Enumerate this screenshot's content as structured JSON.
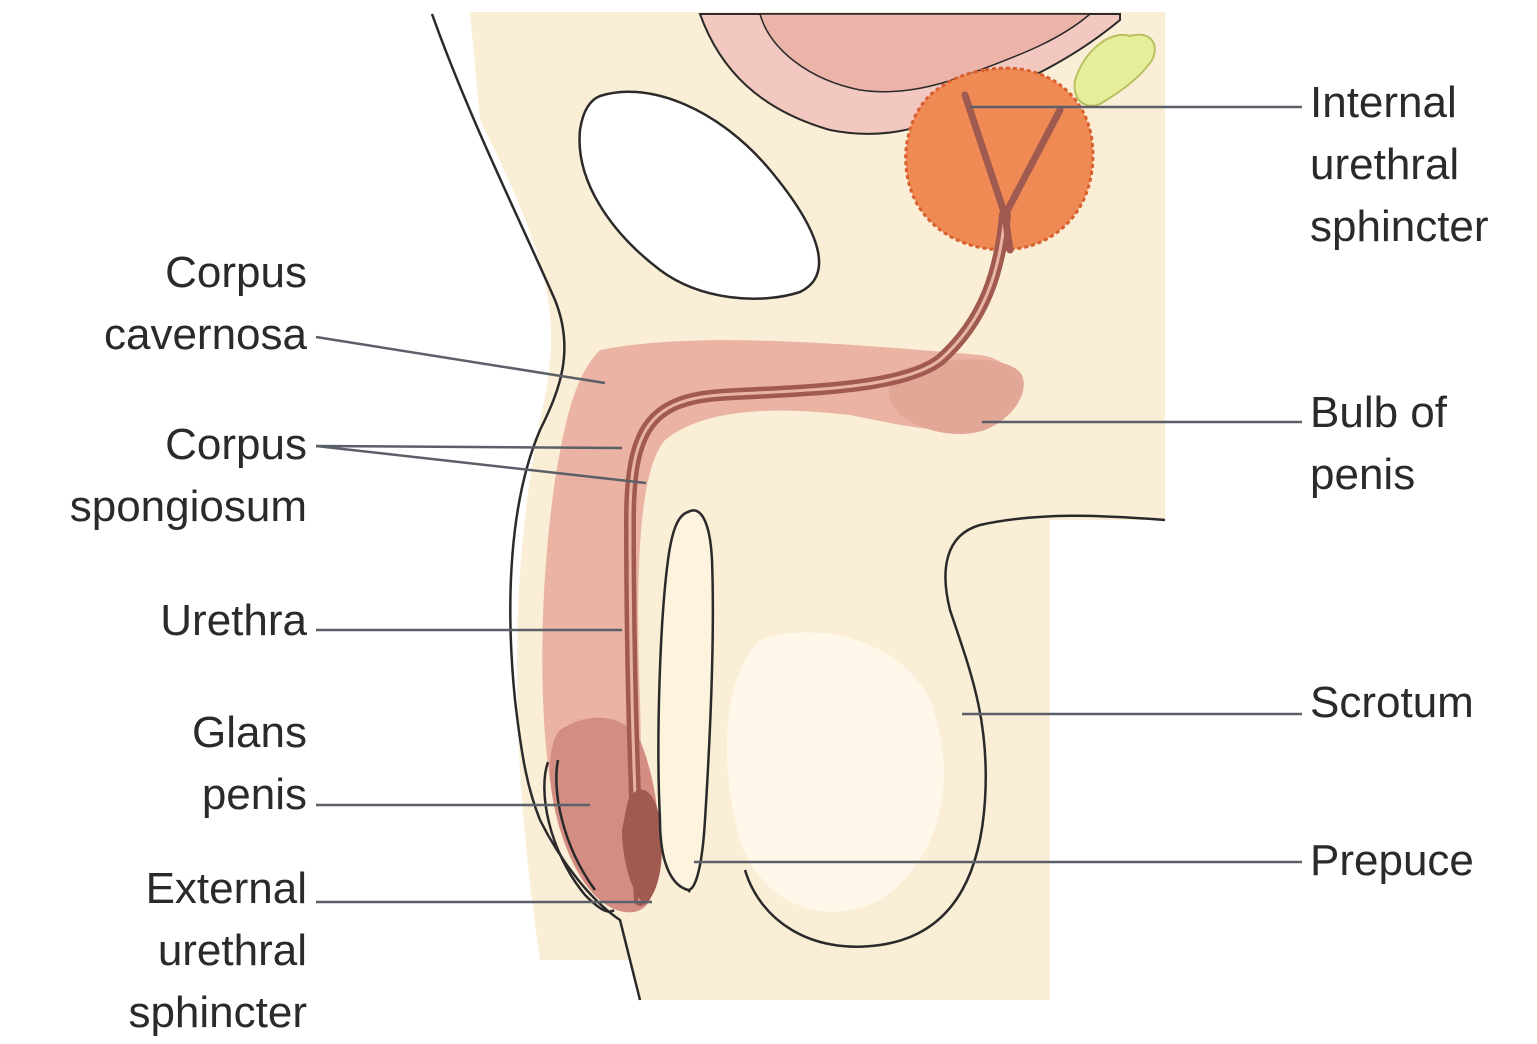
{
  "labels": {
    "corpus_cavernosa": [
      "Corpus",
      "cavernosa"
    ],
    "corpus_spongiosum": [
      "Corpus",
      "spongiosum"
    ],
    "urethra": [
      "Urethra"
    ],
    "glans_penis": [
      "Glans",
      "penis"
    ],
    "external_urethral_sphincter": [
      "External",
      "urethral",
      "sphincter"
    ],
    "internal_urethral_sphincter": [
      "Internal",
      "urethral",
      "sphincter"
    ],
    "bulb_of_penis": [
      "Bulb of",
      "penis"
    ],
    "scrotum": [
      "Scrotum"
    ],
    "prepuce": [
      "Prepuce"
    ]
  },
  "colors": {
    "background": "#ffffff",
    "tissue_base": "#fbeed6",
    "tissue_light": "#fff6e4",
    "erectile_tissue": "#eab3a3",
    "erectile_dark": "#d48d82",
    "urethra": "#a05a50",
    "prostate": "#f08a55",
    "prostate_dark": "#d8602e",
    "bladder": "#f2c8c0",
    "seminal_vesicle": "#e7ee9a",
    "bone": "#ffffff",
    "outline": "#2a2a2a",
    "leader_line": "#5b6068"
  }
}
